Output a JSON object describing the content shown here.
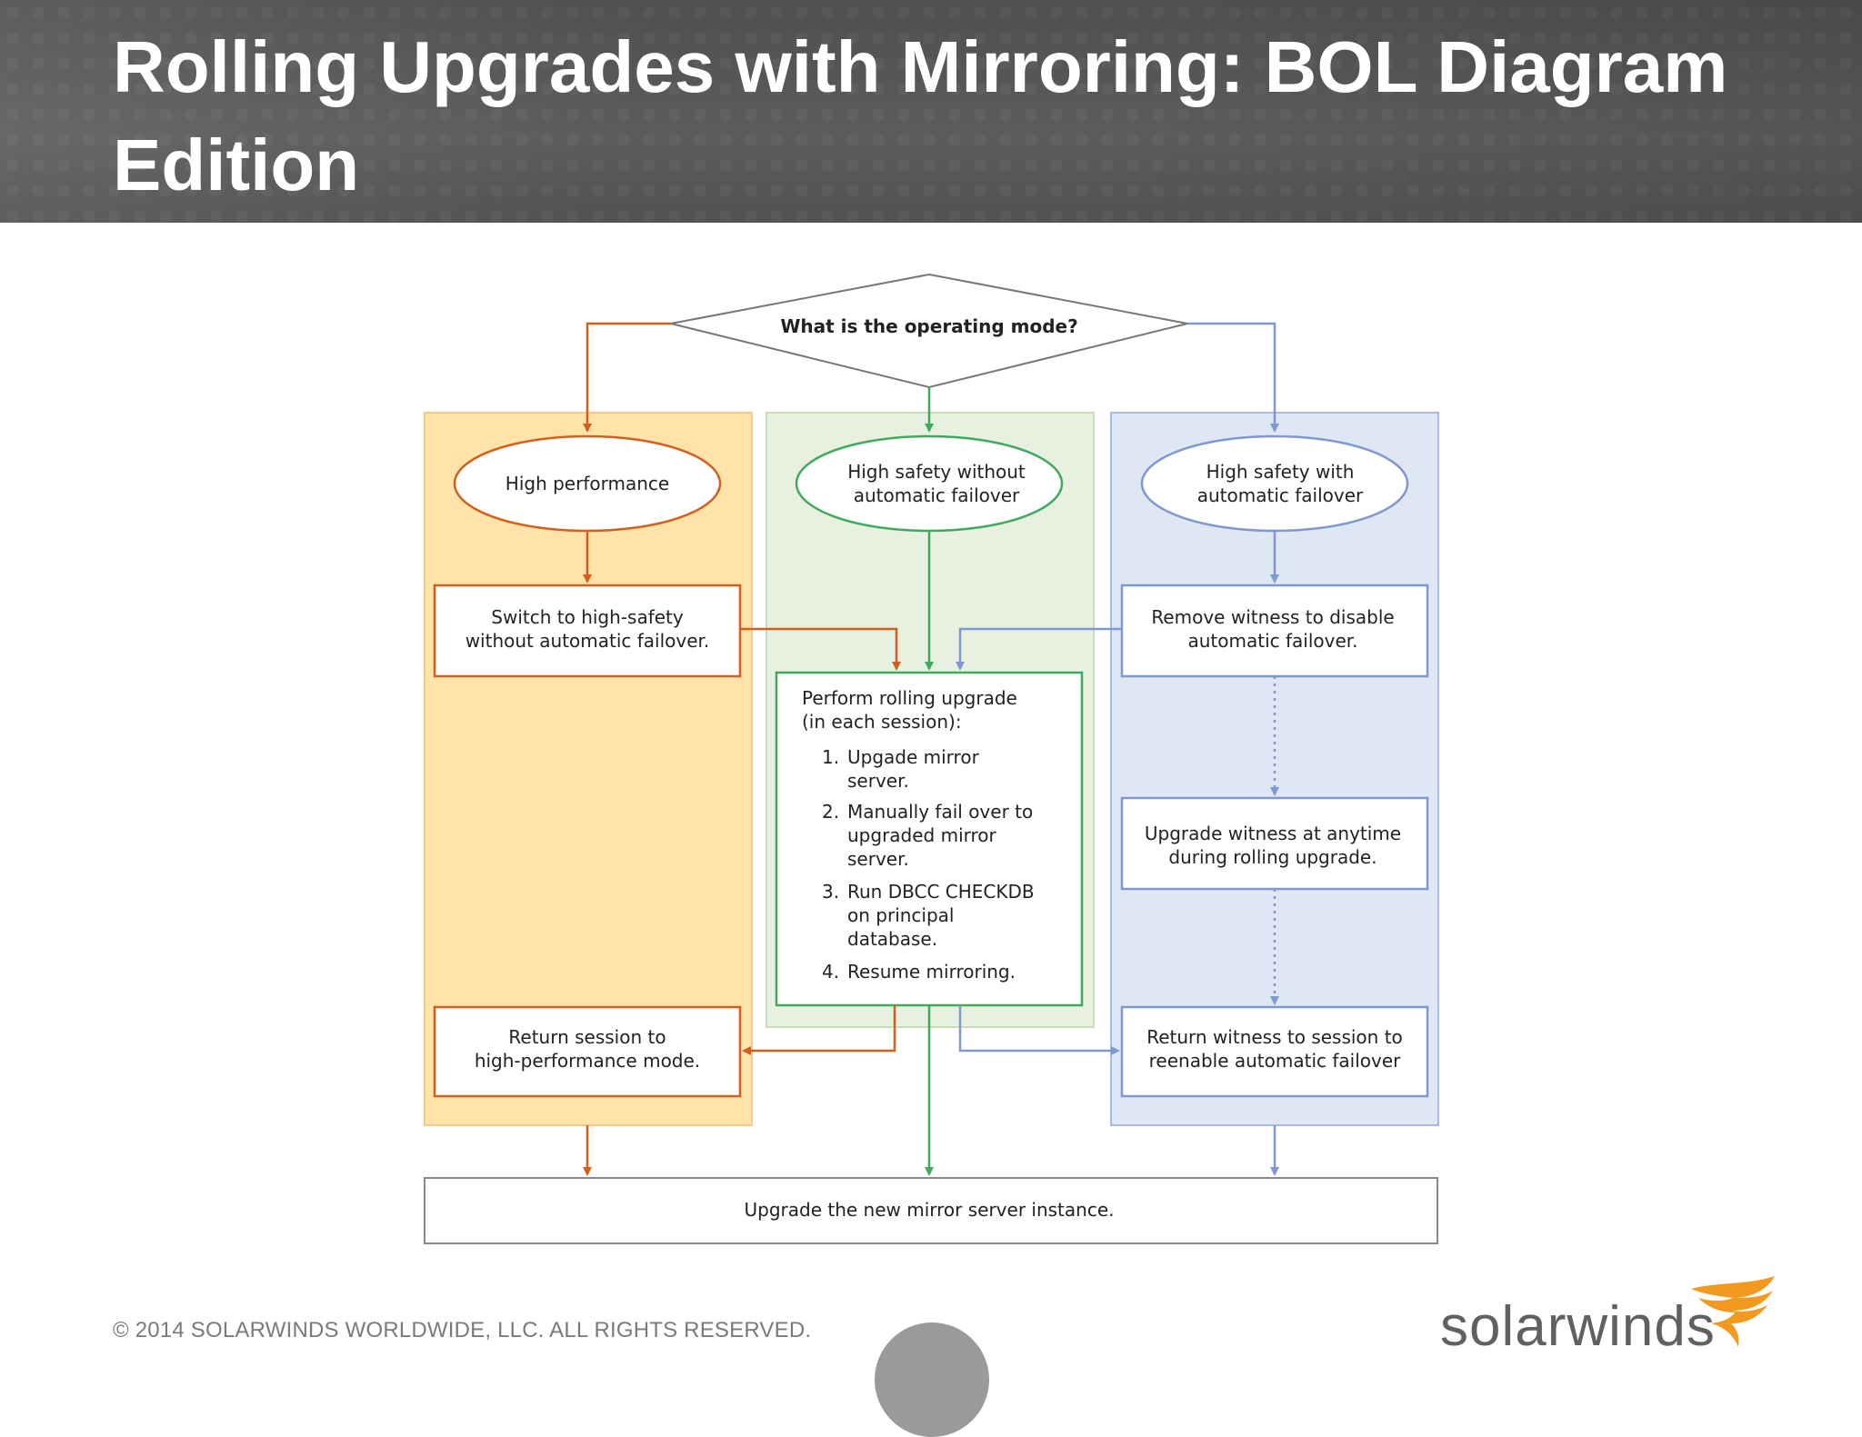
{
  "slide": {
    "title": "Rolling Upgrades with Mirroring: BOL Diagram Edition",
    "footer": "© 2014 SOLARWINDS WORLDWIDE, LLC.  ALL RIGHTS RESERVED.",
    "logo_text": "solarwinds"
  },
  "diagram": {
    "decision": "What is the operating mode?",
    "lanes": {
      "high_performance": {
        "label": "High performance",
        "switch_lines": [
          "Switch to high-safety",
          "without automatic failover."
        ],
        "return_lines": [
          "Return session to",
          "high-performance mode."
        ]
      },
      "high_safety_without": {
        "label_lines": [
          "High safety without",
          "automatic failover"
        ],
        "procedure": {
          "intro_lines": [
            "Perform rolling upgrade",
            "(in each session):"
          ],
          "steps": [
            {
              "num": "1.",
              "lines": [
                "Upgade mirror",
                "server."
              ]
            },
            {
              "num": "2.",
              "lines": [
                "Manually fail over to",
                "upgraded mirror",
                "server."
              ]
            },
            {
              "num": "3.",
              "lines": [
                "Run DBCC CHECKDB",
                "on principal",
                "database."
              ]
            },
            {
              "num": "4.",
              "lines": [
                "Resume mirroring."
              ]
            }
          ]
        }
      },
      "high_safety_with": {
        "label_lines": [
          "High safety with",
          "automatic failover"
        ],
        "remove_lines": [
          "Remove witness to disable",
          "automatic failover."
        ],
        "upgrade_lines": [
          "Upgrade witness at anytime",
          "during rolling upgrade."
        ],
        "return_lines": [
          "Return witness to session to",
          "reenable automatic failover"
        ]
      }
    },
    "final": "Upgrade the new mirror server instance.",
    "colors": {
      "orange": "#d35f1e",
      "orange_fill": "#ffe3a8",
      "green": "#3faa5e",
      "green_fill": "#e8f0df",
      "blue": "#7f98cf",
      "blue_fill": "#dfe6f4"
    }
  }
}
